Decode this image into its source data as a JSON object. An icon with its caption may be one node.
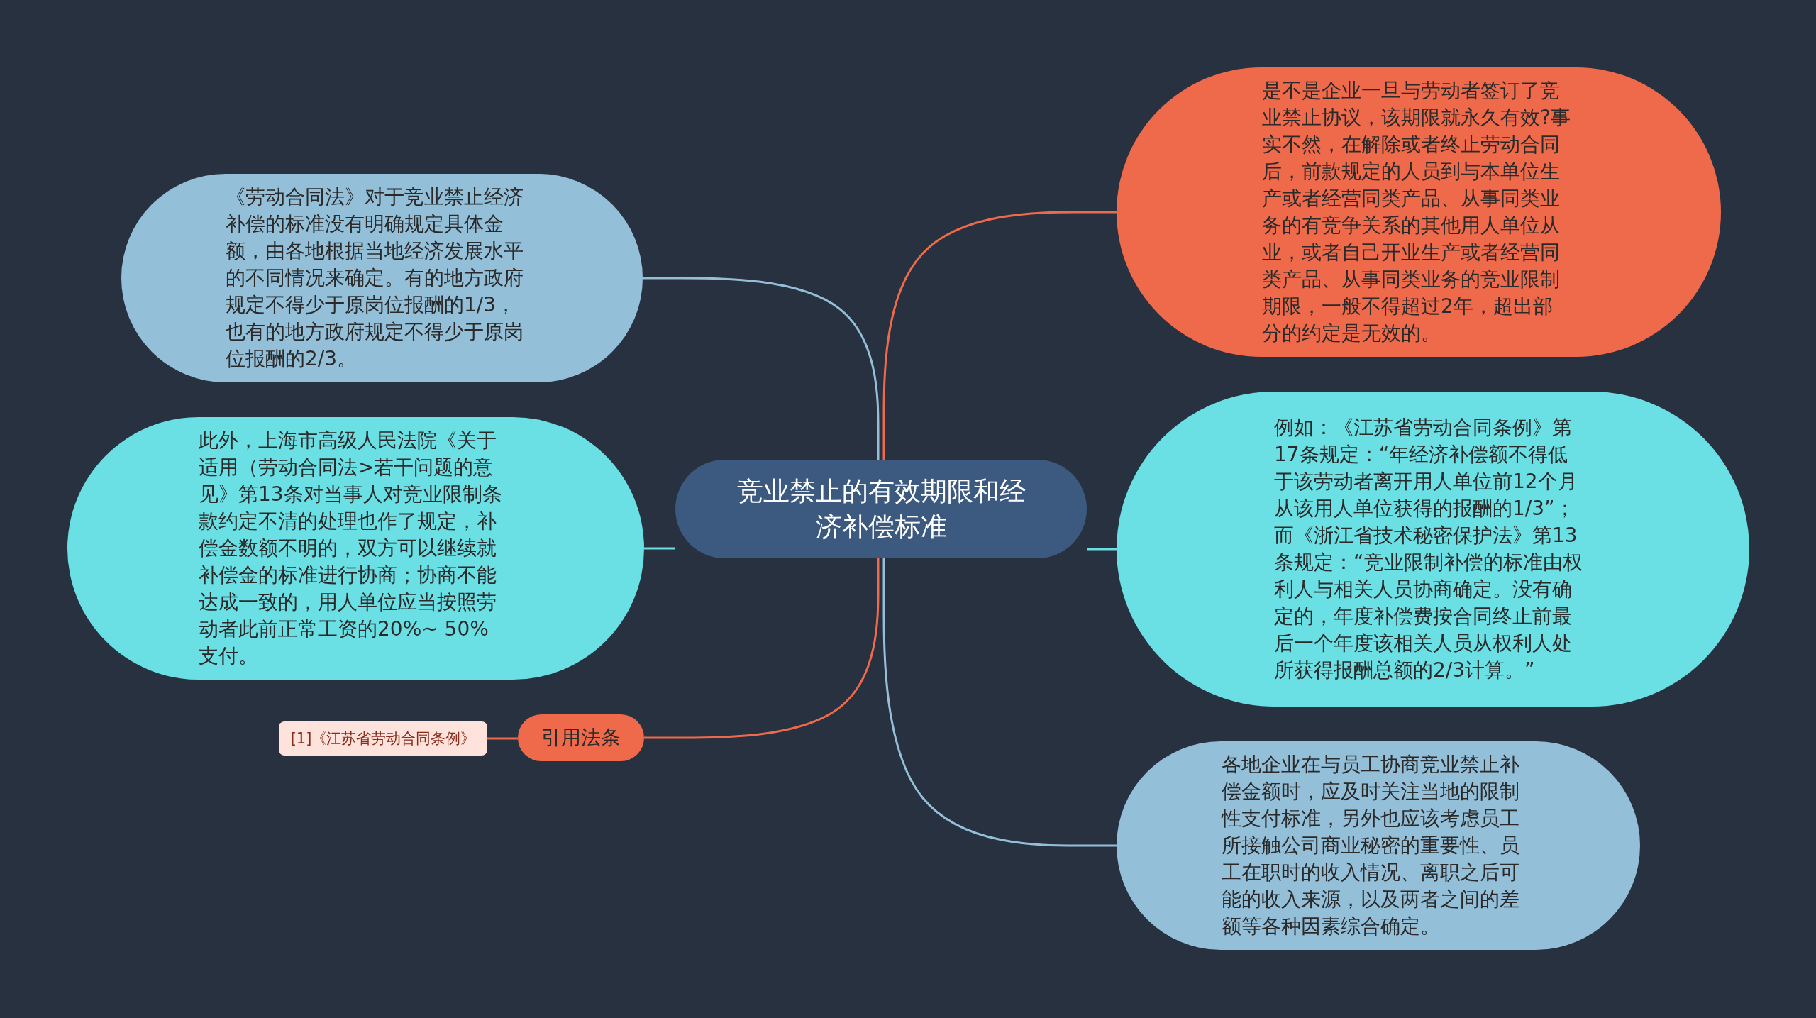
{
  "diagram": {
    "nodes": [
      {
        "text": [
          "竞业禁止的有效期限和经济补偿标准"
        ]
      },
      {
        "text": [
          "《劳动合同法》对于竞业禁止经济补偿的标准没有明确规定具体金额，由各地根据当地经济发展水平的不同情况来确定。有的地方政府规定不得少于原岗位报酬的1/3，也有的地方政府规定不得少于原岗位报酬的2/3。"
        ]
      },
      {
        "text": [
          "此外，上海市高级人民法院《关于适用（劳动合同法>若干问题的意见》第13条对当事人对竞业限制条款约定不清的处理也作了规定，补偿金数额不明的，双方可以继续就补偿金的标准进行协商；协商不能达成一致的，用人单位应当按照劳动者此前正常工资的20%~ 50%支付。"
        ]
      },
      {
        "text": [
          "引用法条"
        ]
      },
      {
        "text": [
          "[1]《江苏省劳动合同条例》"
        ]
      },
      {
        "text": [
          "是不是企业一旦与劳动者签订了竞业禁止协议，该期限就永久有效?事实不然，在解除或者终止劳动合同后，前款规定的人员到与本单位生产或者经营同类产品、从事同类业务的有竞争关系的其他用人单位从业，或者自己开业生产或者经营同类产品、从事同类业务的竞业限制期限，一般不得超过2年，超出部分的约定是无效的。"
        ]
      },
      {
        "text": [
          "例如：《江苏省劳动合同条例》第17条规定：“年经济补偿额不得低于该劳动者离开用人单位前12个月从该用人单位获得的报酬的1/3”；而《浙江省技术秘密保护法》第13条规定：“竞业限制补偿的标准由权利人与相关人员协商确定。没有确定的，年度补偿费按合同终止前最后一个年度该相关人员从权利人处所获得报酬总额的2/3计算。”"
        ]
      },
      {
        "text": [
          "各地企业在与员工协商竞业禁止补偿金额时，应及时关注当地的限制性支付标准，另外也应该考虑员工所接触公司商业秘密的重要性、员工在职时的收入情况、离职之后可能的收入来源，以及两者之间的差额等各种因素综合确定。"
        ]
      }
    ],
    "edges": [
      {
        "from": 0,
        "to": 1,
        "arrow": "none",
        "color": "#94bfd9"
      },
      {
        "from": 0,
        "to": 2,
        "arrow": "none",
        "color": "#6adfe4"
      },
      {
        "from": 0,
        "to": 3,
        "arrow": "none",
        "color": "#ef6a4b"
      },
      {
        "from": 3,
        "to": 4,
        "arrow": "none",
        "color": "#ef6a4b"
      },
      {
        "from": 0,
        "to": 5,
        "arrow": "none",
        "color": "#ef6a4b"
      },
      {
        "from": 0,
        "to": 6,
        "arrow": "none",
        "color": "#6adfe4"
      },
      {
        "from": 0,
        "to": 7,
        "arrow": "none",
        "color": "#94bfd9"
      }
    ]
  }
}
